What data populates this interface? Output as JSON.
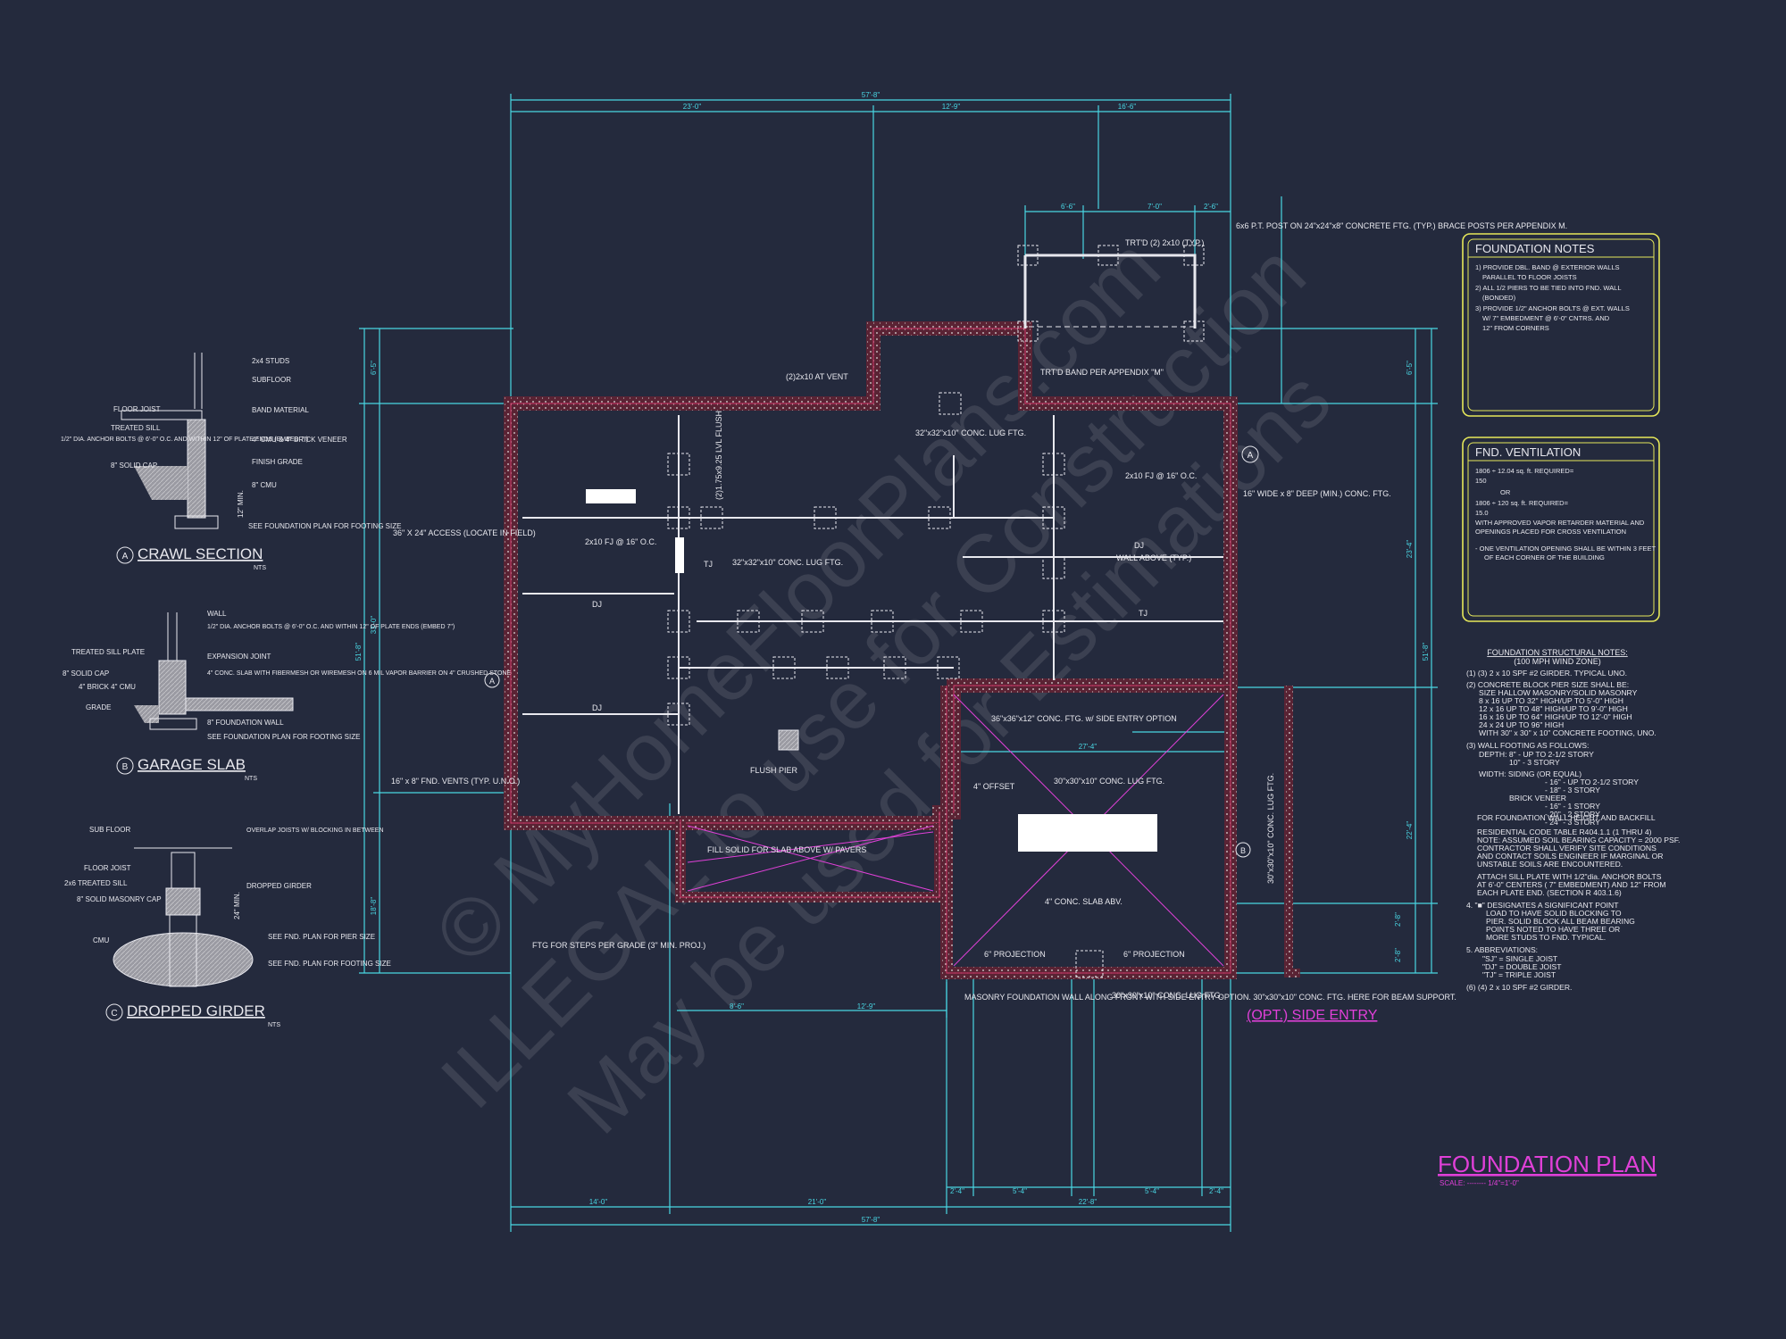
{
  "colors": {
    "background": "#242a3d",
    "dimension": "#49d6e3",
    "wall": "#d23a6a",
    "note_box": "#e6e85a",
    "title": "#e040d8",
    "text": "#e8e8ee"
  },
  "sheet": {
    "title": "FOUNDATION PLAN",
    "scale": "SCALE: -------- 1/4\"=1'-0\"",
    "opt_side_entry": "(OPT.) SIDE ENTRY"
  },
  "watermark": {
    "line1": "© MyHomeFloorPlans.com",
    "line2": "ILLEGAL to use for Construction",
    "line3": "May be used for Estimations"
  },
  "dimensions": {
    "top_overall": "57'-8\"",
    "top_a": "23'-0\"",
    "top_b": "12'-9\"",
    "top_c": "16'-6\"",
    "porch_a": "6'-6\"",
    "porch_b": "7'-0\"",
    "porch_c": "2'-6\"",
    "bottom_overall": "57'-8\"",
    "bottom_a": "14'-0\"",
    "bottom_b": "21'-0\"",
    "bottom_c": "22'-8\"",
    "bottom_d": "5'-4\"",
    "bottom_e": "5'-4\"",
    "bottom_f": "2'-4\"",
    "bottom_g": "2'-4\"",
    "left_overall": "51'-8\"",
    "left_a": "6'-5\"",
    "left_b": "33'-0\"",
    "left_c": "18'-8\"",
    "right_overall": "51'-8\"",
    "right_a": "6'-5\"",
    "right_b": "23'-4\"",
    "right_c": "22'-4\"",
    "right_d": "2'-8\"",
    "right_e": "2'-8\"",
    "mid_a": "8'-6\"",
    "mid_b": "12'-9\"",
    "mid_c": "27'-4\""
  },
  "plan_labels": {
    "post_note": "6x6 P.T. POST ON 24\"x24\"x8\" CONCRETE FTG. (TYP.) BRACE POSTS PER APPENDIX M.",
    "trtd_2x10": "TRT'D (2) 2x10 (TYP.)",
    "trtd_band": "TRT'D BAND PER APPENDIX \"M\"",
    "vent_2x10": "(2)2x10 AT VENT",
    "lug_ftg_top": "32\"x32\"x10\" CONC. LUG FTG.",
    "lug_ftg_mid": "32\"x32\"x10\" CONC. LUG FTG.",
    "access": "36\" X 24\" ACCESS (LOCATE IN FIELD)",
    "fnd_vents": "16\" x 8\" FND. VENTS (TYP. U.N.O.)",
    "conc_ftg_wide": "16\" WIDE x 8\" DEEP (MIN.) CONC. FTG.",
    "fj_right": "2x10 FJ @ 16\" O.C.",
    "fj_left": "2x10 FJ @ 16\" O.C.",
    "dj": "DJ",
    "tj": "TJ",
    "wall_above": "WALL ABOVE (TYP.)",
    "side_entry_ftg": "36\"x36\"x12\" CONC. FTG. w/ SIDE ENTRY OPTION",
    "offset": "4\" OFFSET",
    "lug_30": "30\"x30\"x10\" CONC. LUG FTG.",
    "slab_4": "4\" CONC. SLAB ABV.",
    "fill_solid": "FILL SOLID FOR SLAB ABOVE W/ PAVERS",
    "flush_pier": "FLUSH PIER",
    "steps": "FTG FOR STEPS PER GRADE (3\" MIN. PROJ.)",
    "projection_l": "6\" PROJECTION",
    "projection_r": "6\" PROJECTION",
    "masonry_wall": "MASONRY FOUNDATION WALL ALONG FRONT WITH SIDE ENTRY OPTION. 30\"x30\"x10\" CONC. FTG. HERE FOR BEAM SUPPORT.",
    "lug_30_bottom": "30\"x30\"x10\" CONC. LUG FTG.",
    "side_lug": "30\"x30\"x10\" CONC. LUG FTG.",
    "lvl": "(2)1.75x9.25 LVL FLUSH",
    "bubble_a": "A",
    "bubble_b": "B",
    "bubble_c": "C"
  },
  "details": {
    "crawl": {
      "title": "CRAWL SECTION",
      "letter": "A",
      "nts": "NTS",
      "labels": [
        "2x4 STUDS",
        "SUBFLOOR",
        "FLOOR JOIST",
        "BAND MATERIAL",
        "TREATED SILL",
        "1/2\" DIA. ANCHOR BOLTS @ 6'-0\" O.C. AND WITHIN 12\" OF PLATE ENDS (EMBED 7\")",
        "4\" CMU & 4\" BRICK VENEER",
        "FINISH GRADE",
        "8\" SOLID CAP",
        "8\" CMU",
        "12\" MIN.",
        "SEE FOUNDATION PLAN FOR FOOTING SIZE"
      ]
    },
    "garage": {
      "title": "GARAGE SLAB",
      "letter": "B",
      "nts": "NTS",
      "labels": [
        "WALL",
        "1/2\" DIA. ANCHOR BOLTS @ 6'-0\" O.C. AND WITHIN 12\" OF PLATE ENDS (EMBED 7\")",
        "TREATED SILL PLATE",
        "EXPANSION JOINT",
        "8\" SOLID CAP",
        "4\" CONC. SLAB WITH FIBERMESH OR WIREMESH ON 6 MIL VAPOR BARRIER ON 4\" CRUSHED STONE",
        "4\" BRICK 4\" CMU",
        "GRADE",
        "8\" FOUNDATION WALL",
        "SEE FOUNDATION PLAN FOR FOOTING SIZE"
      ]
    },
    "girder": {
      "title": "DROPPED GIRDER",
      "letter": "C",
      "nts": "NTS",
      "labels": [
        "SUB FLOOR",
        "OVERLAP JOISTS W/ BLOCKING IN BETWEEN",
        "FLOOR JOIST",
        "2x6 TREATED SILL",
        "DROPPED GIRDER",
        "8\" SOLID MASONRY CAP",
        "24\" MIN.",
        "CMU",
        "SEE FND. PLAN FOR PIER SIZE",
        "SEE FND. PLAN FOR FOOTING SIZE"
      ]
    }
  },
  "foundation_notes": {
    "title": "FOUNDATION NOTES",
    "items": [
      "1) PROVIDE DBL. BAND @ EXTERIOR WALLS",
      "PARALLEL TO FLOOR JOISTS",
      "2) ALL 1/2 PIERS TO BE TIED INTO FND. WALL",
      "(BONDED)",
      "3) PROVIDE 1/2\" ANCHOR BOLTS @ EXT. WALLS",
      "W/ 7\" EMBEDMENT @ 6'-0\" CNTRS. AND",
      "12\" FROM CORNERS"
    ]
  },
  "ventilation": {
    "title": "FND. VENTILATION",
    "items": [
      "1806 ÷ 12.04 sq. ft. REQUIRED=",
      "150",
      "OR",
      "1806 ÷ 120 sq. ft. REQUIRED=",
      "15.0",
      "WITH APPROVED VAPOR RETARDER MATERIAL AND",
      "OPENINGS PLACED FOR CROSS VENTILATION",
      "",
      "- ONE VENTILATION OPENING SHALL BE WITHIN 3 FEET",
      "OF EACH CORNER OF THE BUILDING"
    ]
  },
  "structural_notes": {
    "title": "FOUNDATION STRUCTURAL NOTES:",
    "subtitle": "(100 MPH WIND ZONE)",
    "lines": [
      "(1) (3) 2 x 10 SPF #2 GIRDER. TYPICAL UNO.",
      "(2) CONCRETE BLOCK PIER SIZE SHALL BE:",
      "SIZE HALLOW MASONRY/SOLID MASONRY",
      "8 x 16  UP TO 32\" HIGH/UP TO 5'-0\" HIGH",
      "12 x 16 UP TO 48\" HIGH/UP TO 9'-0\" HIGH",
      "16 x 16 UP TO 64\" HIGH/UP TO 12'-0\" HIGH",
      "24 x 24 UP TO 96\" HIGH",
      "WITH 30\" x 30\" x 10\" CONCRETE FOOTING, UNO.",
      "(3) WALL FOOTING AS FOLLOWS:",
      "DEPTH: 8\" - UP TO 2-1/2 STORY",
      "10\" - 3 STORY",
      "WIDTH: SIDING (OR EQUAL)",
      "- 16\" - UP TO 2-1/2 STORY",
      "- 18\" - 3 STORY",
      "BRICK VENEER",
      "- 16\" - 1 STORY",
      "- 20\" - 2 STORY",
      "- 24\" - 3 STORY",
      "FOR FOUNDATION WALL HEIGHT AND BACKFILL",
      "RESIDENTIAL CODE TABLE R404.1.1 (1 THRU 4)",
      "NOTE: ASSUMED SOIL BEARING CAPACITY = 2000 PSF.",
      "CONTRACTOR SHALL VERIFY SITE CONDITIONS",
      "AND CONTACT SOILS ENGINEER IF MARGINAL OR",
      "UNSTABLE SOILS ARE ENCOUNTERED.",
      "ATTACH SILL PLATE WITH 1/2\"dia. ANCHOR BOLTS",
      "AT 6'-0\" CENTERS ( 7\" EMBEDMENT) AND 12\" FROM",
      "EACH PLATE END. (SECTION R 403.1.6)",
      "4. \"■\" DESIGNATES A SIGNIFICANT POINT",
      "LOAD TO HAVE SOLID BLOCKING TO",
      "PIER. SOLID BLOCK ALL BEAM BEARING",
      "POINTS NOTED TO HAVE THREE OR",
      "MORE STUDS TO FND. TYPICAL.",
      "5. ABBREVIATIONS:",
      "\"SJ\" = SINGLE JOIST",
      "\"DJ\" = DOUBLE JOIST",
      "\"TJ\" = TRIPLE JOIST",
      "(6) (4) 2 x 10 SPF #2 GIRDER."
    ]
  }
}
